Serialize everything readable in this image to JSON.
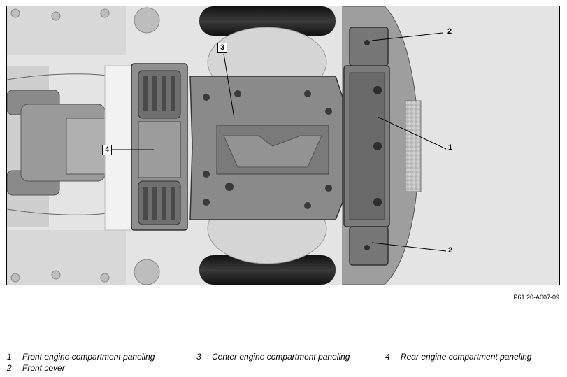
{
  "figure": {
    "figure_id": "P61.20-A007-09",
    "callouts": [
      "1",
      "2",
      "2",
      "3",
      "4"
    ]
  },
  "legend": [
    {
      "number": "1",
      "label": "Front engine compartment paneling"
    },
    {
      "number": "2",
      "label": "Front cover"
    },
    {
      "number": "3",
      "label": "Center engine compartment paneling"
    },
    {
      "number": "4",
      "label": "Rear engine compartment paneling"
    }
  ]
}
